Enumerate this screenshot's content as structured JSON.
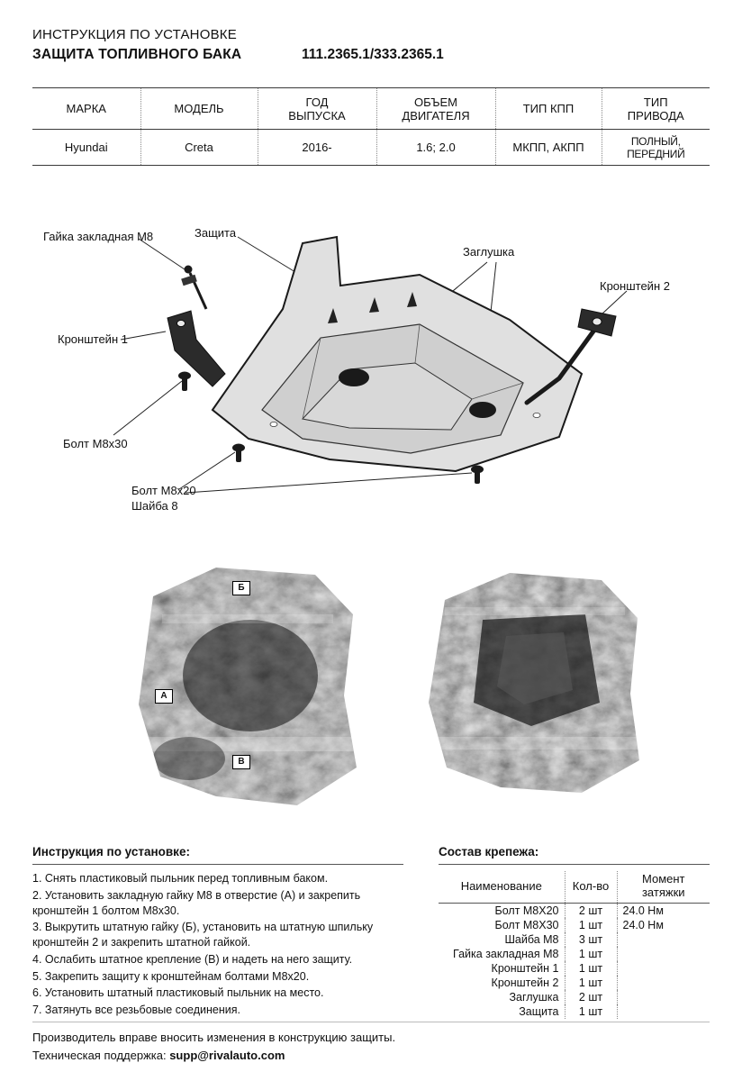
{
  "header": {
    "doc_title": "ИНСТРУКЦИЯ ПО УСТАНОВКЕ",
    "product_title": "ЗАЩИТА ТОПЛИВНОГО БАКА",
    "part_numbers": "111.2365.1/333.2365.1"
  },
  "spec_table": {
    "headers": [
      "МАРКА",
      "МОДЕЛЬ",
      "ГОД\nВЫПУСКА",
      "ОБЪЕМ\nДВИГАТЕЛЯ",
      "ТИП КПП",
      "ТИП\nПРИВОДА"
    ],
    "row": [
      "Hyundai",
      "Creta",
      "2016-",
      "1.6; 2.0",
      "МКПП, АКПП",
      "ПОЛНЫЙ, ПЕРЕДНИЙ"
    ]
  },
  "diagram": {
    "labels": {
      "nut": "Гайка закладная М8",
      "shield": "Защита",
      "plug": "Заглушка",
      "bracket2": "Кронштейн 2",
      "bracket1": "Кронштейн 1",
      "bolt30": "Болт М8х30",
      "bolt20": "Болт М8х20",
      "washer": "Шайба 8"
    }
  },
  "photos": {
    "markers": {
      "a": "А",
      "b": "Б",
      "v": "В"
    }
  },
  "instructions": {
    "title": "Инструкция по установке:",
    "steps": [
      "1. Снять пластиковый пыльник перед топливным баком.",
      "2. Установить закладную гайку М8 в отверстие (А) и закрепить кронштейн 1 болтом М8х30.",
      "3. Выкрутить штатную гайку (Б), установить на штатную шпильку кронштейн 2 и закрепить штатной гайкой.",
      "4. Ослабить штатное крепление (В) и надеть на него защиту.",
      "5. Закрепить защиту к кронштейнам болтами М8х20.",
      "6. Установить штатный пластиковый пыльник на место.",
      "7. Затянуть все резьбовые соединения."
    ]
  },
  "hardware": {
    "title": "Состав крепежа:",
    "headers": [
      "Наименование",
      "Кол-во",
      "Момент затяжки"
    ],
    "rows": [
      [
        "Болт М8Х20",
        "2 шт",
        "24.0 Нм"
      ],
      [
        "Болт М8Х30",
        "1 шт",
        "24.0 Нм"
      ],
      [
        "Шайба М8",
        "3 шт",
        ""
      ],
      [
        "Гайка закладная М8",
        "1 шт",
        ""
      ],
      [
        "Кронштейн 1",
        "1 шт",
        ""
      ],
      [
        "Кронштейн 2",
        "1 шт",
        ""
      ],
      [
        "Заглушка",
        "2 шт",
        ""
      ],
      [
        "Защита",
        "1 шт",
        ""
      ]
    ]
  },
  "footer": {
    "line1": "Производитель вправе вносить изменения в конструкцию защиты.",
    "support_label": "Техническая поддержка: ",
    "email": "supp@rivalauto.com"
  }
}
